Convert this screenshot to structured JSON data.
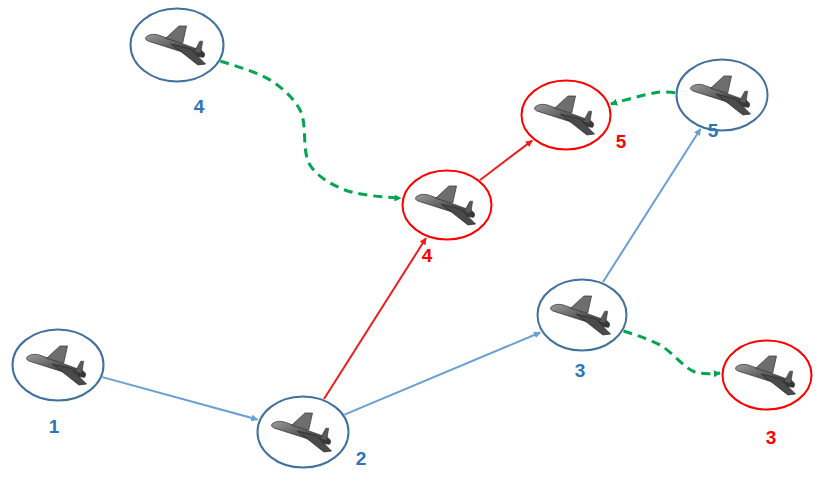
{
  "diagram": {
    "nodes": [
      {
        "text": [
          "4"
        ]
      },
      {
        "text": [
          "5"
        ]
      },
      {
        "text": [
          "5"
        ]
      },
      {
        "text": [
          "4"
        ]
      },
      {
        "text": [
          "3"
        ]
      },
      {
        "text": [
          "1"
        ]
      },
      {
        "text": [
          "3"
        ]
      },
      {
        "text": [
          "2"
        ]
      }
    ],
    "edges": [
      {
        "from": 5,
        "to": 7,
        "arrow": "to"
      },
      {
        "from": 7,
        "to": 4,
        "arrow": "to"
      },
      {
        "from": 4,
        "to": 1,
        "arrow": "to"
      },
      {
        "from": 7,
        "to": 3,
        "arrow": "to"
      },
      {
        "from": 3,
        "to": 2,
        "arrow": "to"
      },
      {
        "from": 0,
        "to": 3,
        "arrow": "to"
      },
      {
        "from": 1,
        "to": 2,
        "arrow": "to"
      },
      {
        "from": 4,
        "to": 6,
        "arrow": "to"
      }
    ]
  }
}
